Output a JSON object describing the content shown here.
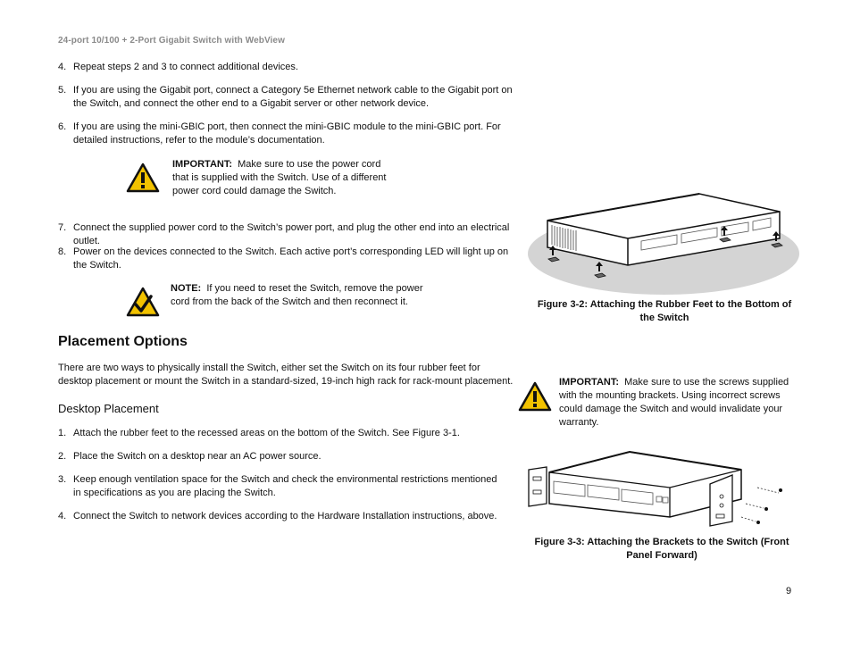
{
  "header": {
    "running_title": "24-port 10/100 + 2-Port Gigabit Switch with WebView"
  },
  "steps_top": [
    {
      "num": "4.",
      "text": "Repeat steps 2 and 3 to connect additional devices."
    },
    {
      "num": "5.",
      "text": "If you are using the Gigabit port, connect a Category 5e Ethernet network cable to the Gigabit port on the Switch, and connect the other end to a Gigabit server or other network device."
    },
    {
      "num": "6.",
      "text": "If you are using the mini-GBIC port, then connect the mini-GBIC module to the mini-GBIC port. For detailed instructions, refer to the module’s documentation."
    }
  ],
  "important_1": {
    "label": "IMPORTANT:",
    "text": "Make sure to use the power cord that is supplied with the Switch. Use of a different power cord could damage the Switch."
  },
  "steps_mid": [
    {
      "num": "7.",
      "text": "Connect the supplied power cord to the Switch’s power port, and plug the other end into an electrical outlet."
    },
    {
      "num": "8.",
      "text": "Power on the devices connected to the Switch. Each active port’s corresponding LED will light up on the Switch."
    }
  ],
  "note": {
    "label": "NOTE:",
    "text": "If you need to reset the Switch, remove the power cord from the back of the Switch and then reconnect it."
  },
  "placement": {
    "title": "Placement Options",
    "intro": "There are two ways to physically install the Switch, either set the Switch on its four rubber feet for desktop placement or mount the Switch in a standard-sized, 19-inch high rack for rack-mount placement.",
    "subtitle": "Desktop Placement"
  },
  "steps_desktop": [
    {
      "num": "1.",
      "text": "Attach the rubber feet to the recessed areas on the bottom of the Switch. See Figure 3-1."
    },
    {
      "num": "2.",
      "text": "Place the Switch on a desktop near an AC power source."
    },
    {
      "num": "3.",
      "text": "Keep enough ventilation space for the Switch and check the environmental restrictions mentioned in specifications as you are placing the Switch."
    },
    {
      "num": "4.",
      "text": "Connect the Switch to network devices according to the Hardware Installation instructions, above."
    }
  ],
  "figure_2": {
    "caption": "Figure 3-2: Attaching the Rubber Feet to the Bottom of the Switch"
  },
  "important_2": {
    "label": "IMPORTANT:",
    "text": "Make sure to use the screws supplied with the mounting brackets. Using incorrect screws could damage the Switch and would invalidate your warranty."
  },
  "figure_3": {
    "caption": "Figure 3-3: Attaching the Brackets to the Switch (Front Panel Forward)"
  },
  "footer": {
    "page_number": "9"
  },
  "colors": {
    "warning_yellow": "#f2c200",
    "check_yellow": "#f2c200",
    "header_gray": "#8a8a8a",
    "ellipse_gray": "#d4d4d4"
  }
}
